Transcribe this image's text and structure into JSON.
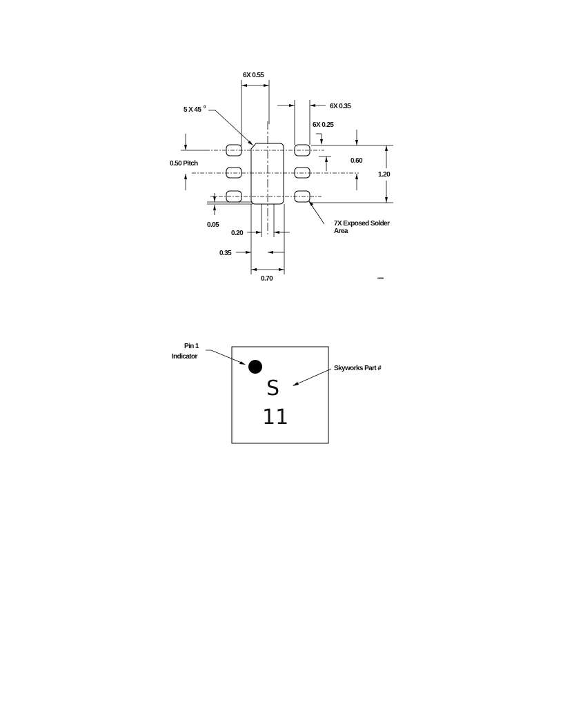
{
  "footprint": {
    "labels": {
      "pad_width": "6X 0.55",
      "chamfer": "5 X 45",
      "chamfer_degree": "0",
      "pad_height": "6X 0.35",
      "pad_height_small": "6X 0.25",
      "pitch": "0.50 Pitch",
      "pitch_dim": "0.60",
      "overall": "1.20",
      "offset": "0.05",
      "lead_width": "0.20",
      "lead_span": "0.35",
      "body_width": "0.70",
      "exposed_solder": "7X Exposed Solder",
      "exposed_solder_2": "Area",
      "drawing_code": "S0000"
    }
  },
  "marking": {
    "pin1_line1": "Pin 1",
    "pin1_line2": "Indicator",
    "part_label": "Skyworks Part #",
    "mark_line1": "S",
    "mark_line2": "11"
  }
}
